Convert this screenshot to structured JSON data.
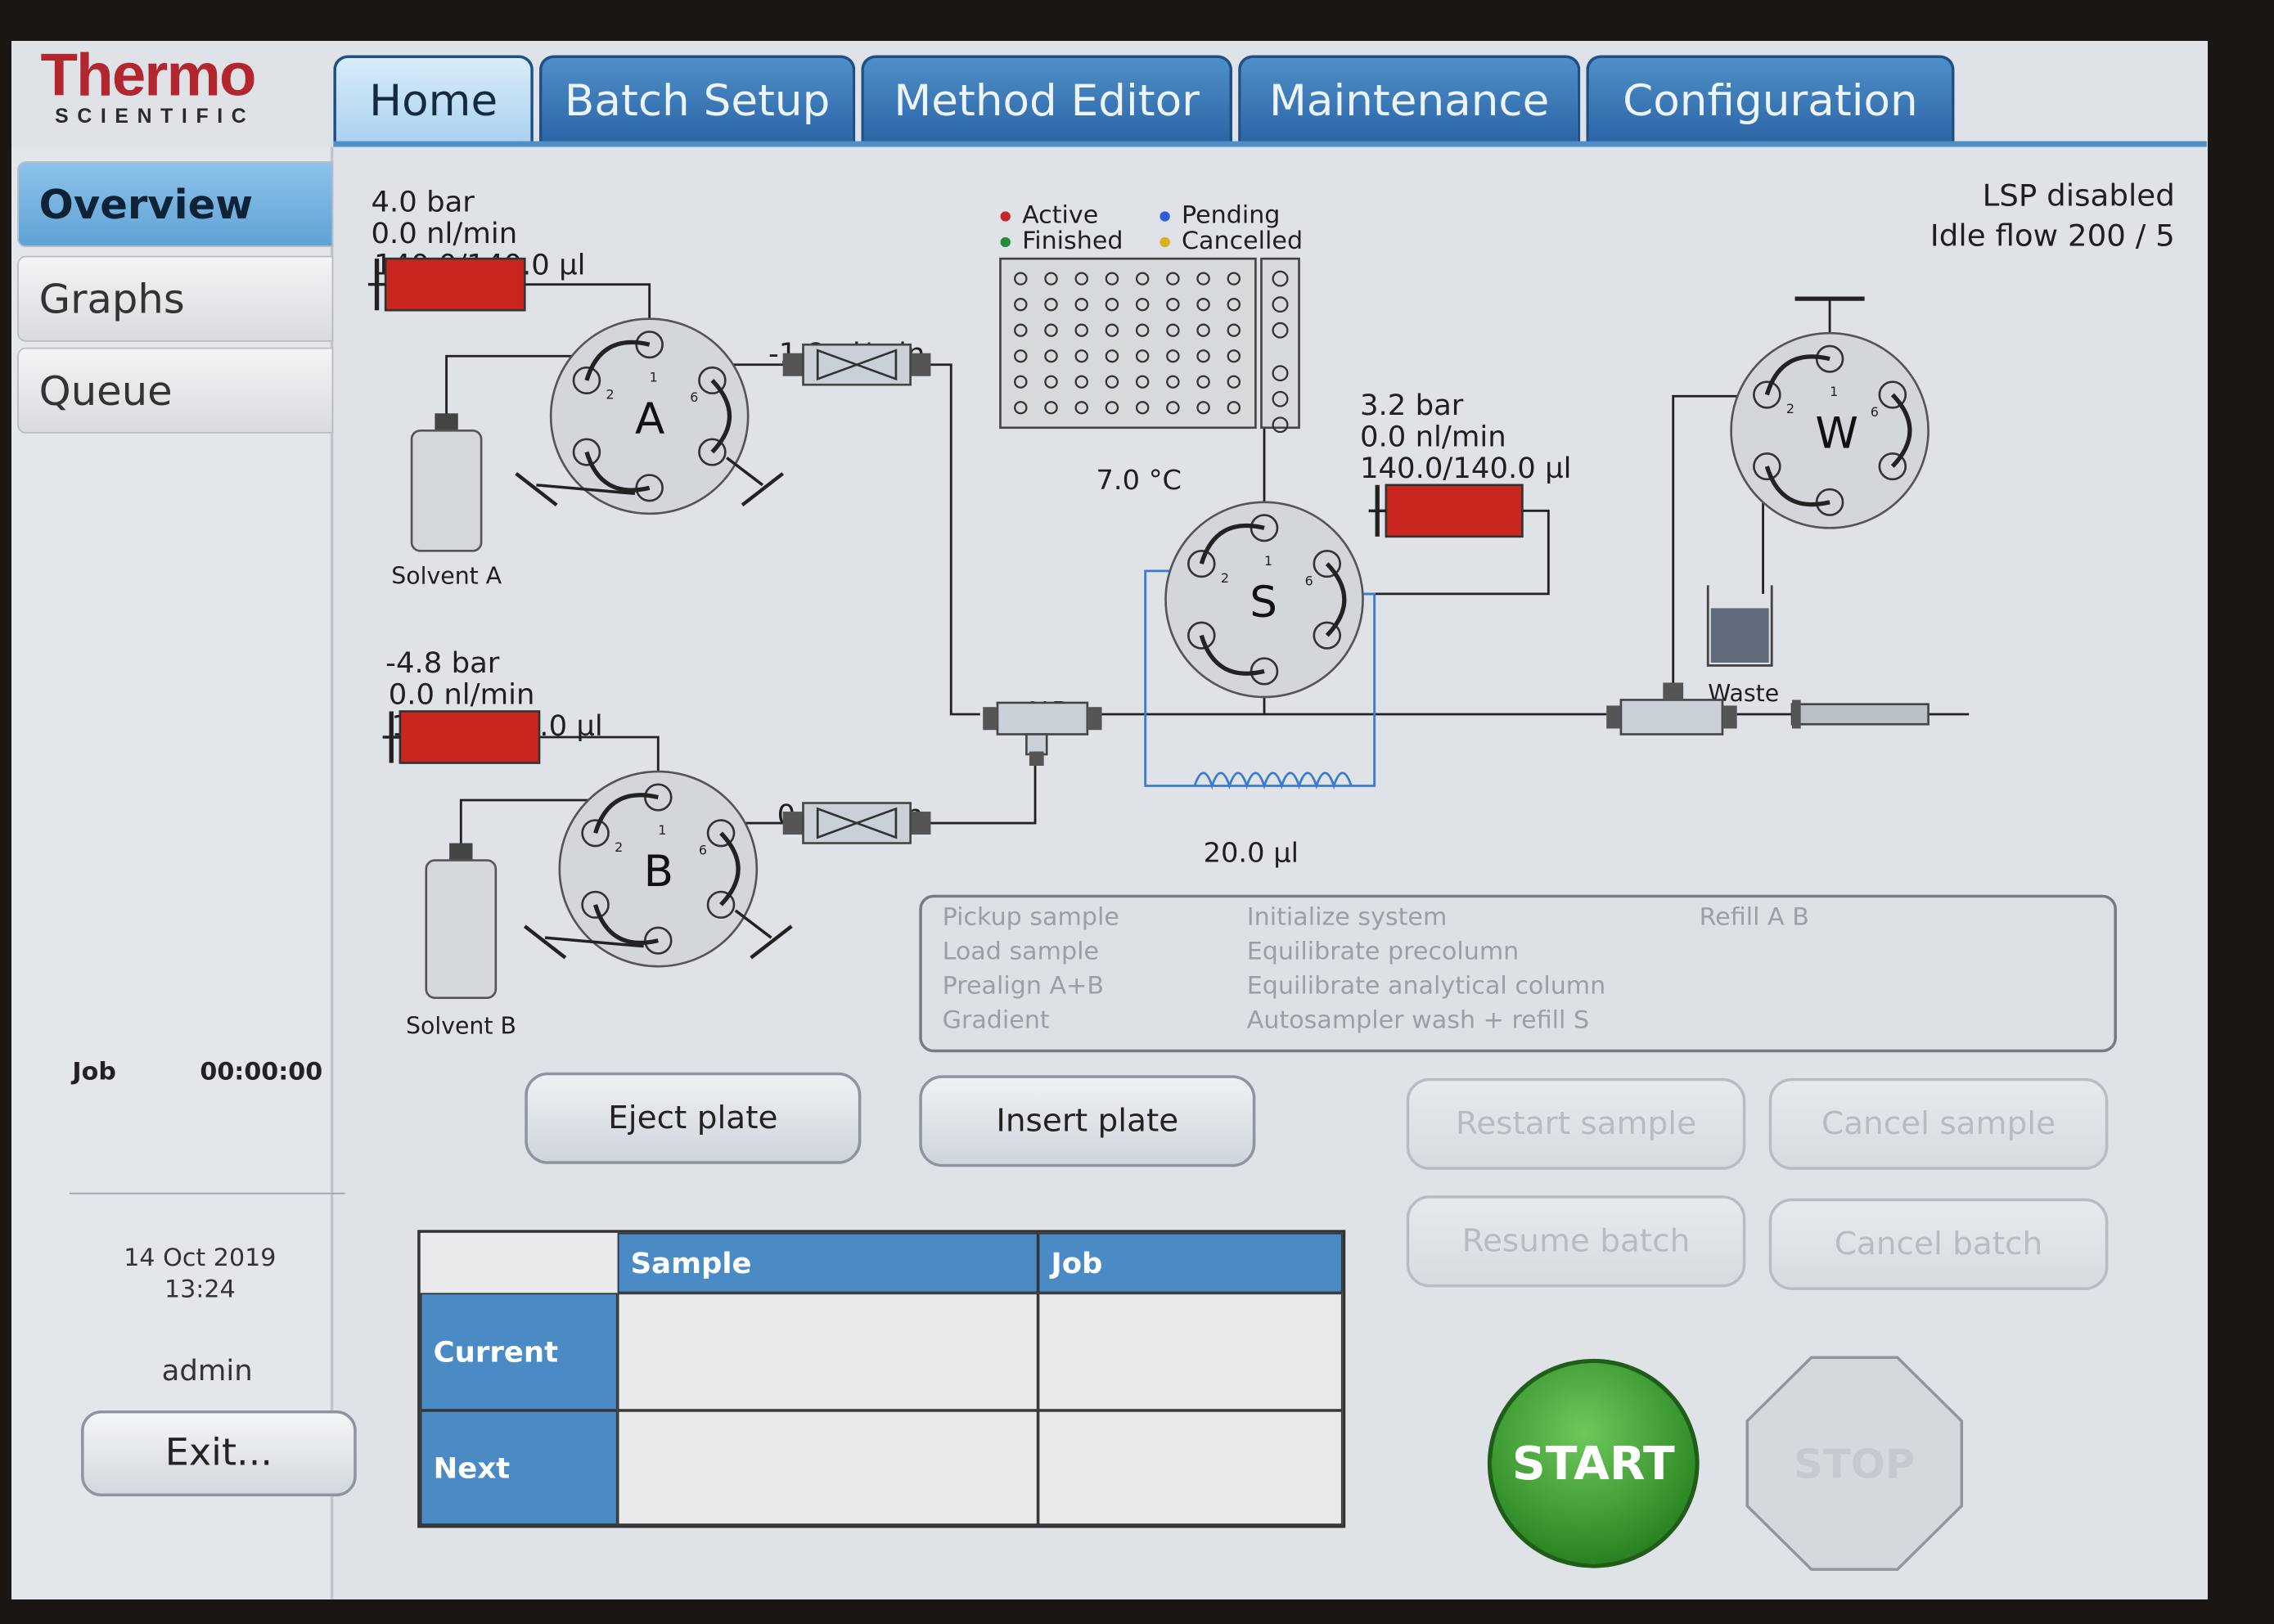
{
  "brand": {
    "name": "Thermo",
    "sub": "SCIENTIFIC"
  },
  "tabs": [
    {
      "label": "Home",
      "active": true
    },
    {
      "label": "Batch Setup",
      "active": false
    },
    {
      "label": "Method Editor",
      "active": false
    },
    {
      "label": "Maintenance",
      "active": false
    },
    {
      "label": "Configuration",
      "active": false
    }
  ],
  "sidebar": {
    "items": [
      {
        "label": "Overview",
        "active": true
      },
      {
        "label": "Graphs",
        "active": false
      },
      {
        "label": "Queue",
        "active": false
      }
    ],
    "job_label": "Job",
    "job_time": "00:00:00",
    "date": "14 Oct 2019",
    "time": "13:24",
    "user": "admin",
    "exit_label": "Exit..."
  },
  "status": {
    "lsp": "LSP disabled",
    "idle_flow": "Idle flow 200 / 5"
  },
  "pump_a": {
    "pressure": "4.0 bar",
    "flow": "0.0 nl/min",
    "volume": "140.0/140.0 µl",
    "valve": "A",
    "solvent": "Solvent A",
    "flow_sensor": "-1.8 nl/min"
  },
  "pump_b": {
    "pressure": "-4.8 bar",
    "flow": "0.0 nl/min",
    "volume": "140.0/140.0 µl",
    "valve": "B",
    "solvent": "Solvent B",
    "flow_sensor": "0.1 nl/min"
  },
  "pump_s": {
    "pressure": "3.2 bar",
    "flow": "0.0 nl/min",
    "volume": "140.0/140.0 µl",
    "valve": "S",
    "loop": "20.0 µl"
  },
  "valve_w": {
    "label": "W",
    "waste": "Waste"
  },
  "mixer_label": "- %B",
  "plate": {
    "temp": "7.0 °C",
    "legend": [
      {
        "label": "Active",
        "color": "#c8262a"
      },
      {
        "label": "Pending",
        "color": "#2a5fd8"
      },
      {
        "label": "Finished",
        "color": "#2a8a3a"
      },
      {
        "label": "Cancelled",
        "color": "#d8b020"
      }
    ]
  },
  "port_numbers": {
    "p1": "1",
    "p2": "2",
    "p6": "6"
  },
  "steps": [
    "Pickup sample",
    "Load sample",
    "Prealign A+B",
    "Gradient",
    "Initialize system",
    "Equilibrate precolumn",
    "Equilibrate analytical column",
    "Autosampler wash + refill S",
    "Refill  A  B"
  ],
  "actions": {
    "eject": "Eject plate",
    "insert": "Insert plate",
    "restart": "Restart sample",
    "cancel_sample": "Cancel sample",
    "resume": "Resume batch",
    "cancel_batch": "Cancel batch",
    "start": "START",
    "stop": "STOP"
  },
  "queue": {
    "headers": [
      "Sample",
      "Job"
    ],
    "rows": [
      {
        "label": "Current",
        "sample": "",
        "job": ""
      },
      {
        "label": "Next",
        "sample": "",
        "job": ""
      }
    ]
  },
  "colors": {
    "accent": "#4a8bc6",
    "pump": "#c8261e",
    "start": "#2e8a25"
  }
}
